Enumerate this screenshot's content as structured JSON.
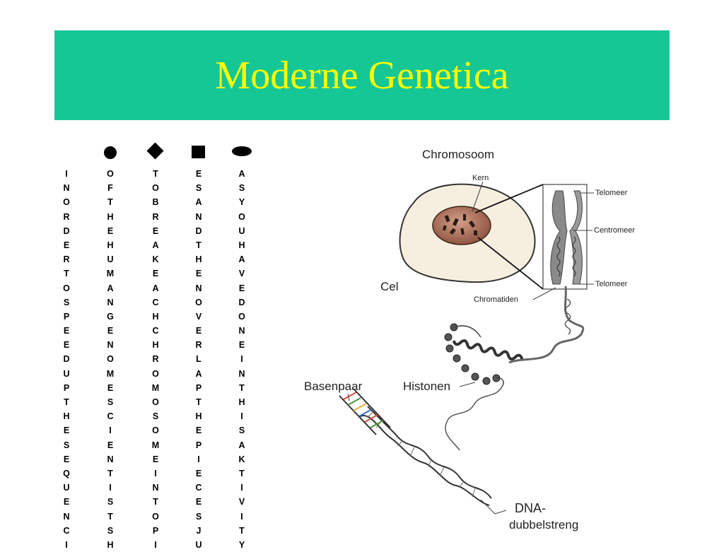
{
  "slide": {
    "title": "Moderne Genetica",
    "background": "#ffffff",
    "title_bar_color": "#14c795",
    "title_color": "#ffff00"
  },
  "sequence_columns": [
    {
      "marker": "none",
      "letters": "INORDERTOSPEEDUPTHESEQUENCI"
    },
    {
      "marker": "circle",
      "letters": "OFTHEHUMANGENOMESCIENTISTSH"
    },
    {
      "marker": "diamond",
      "letters": "TOBREAKEACHCHROMOSOMEINTOPI"
    },
    {
      "marker": "square",
      "letters": "ESANDTHENOVERLAPTHEPIECESJU"
    },
    {
      "marker": "ellipse",
      "letters": "ASYOUHAVEDONEINTHISAKTIVITY"
    }
  ],
  "diagram": {
    "labels": {
      "chromosome": "Chromosoom",
      "nucleus": "Kern",
      "cell": "Cel",
      "telomere_top": "Telomeer",
      "centromere": "Centromeer",
      "telomere_bottom": "Telomeer",
      "chromatids": "Chromatiden",
      "base_pair": "Basenpaar",
      "histones": "Histonen",
      "dna_line1": "DNA-",
      "dna_line2": "dubbelstreng"
    },
    "colors": {
      "cell_fill": "#f6efe0",
      "nucleus_fill": "#a9694f",
      "chromosome_fill": "#8a8a8a",
      "dna_stroke": "#333333"
    }
  }
}
